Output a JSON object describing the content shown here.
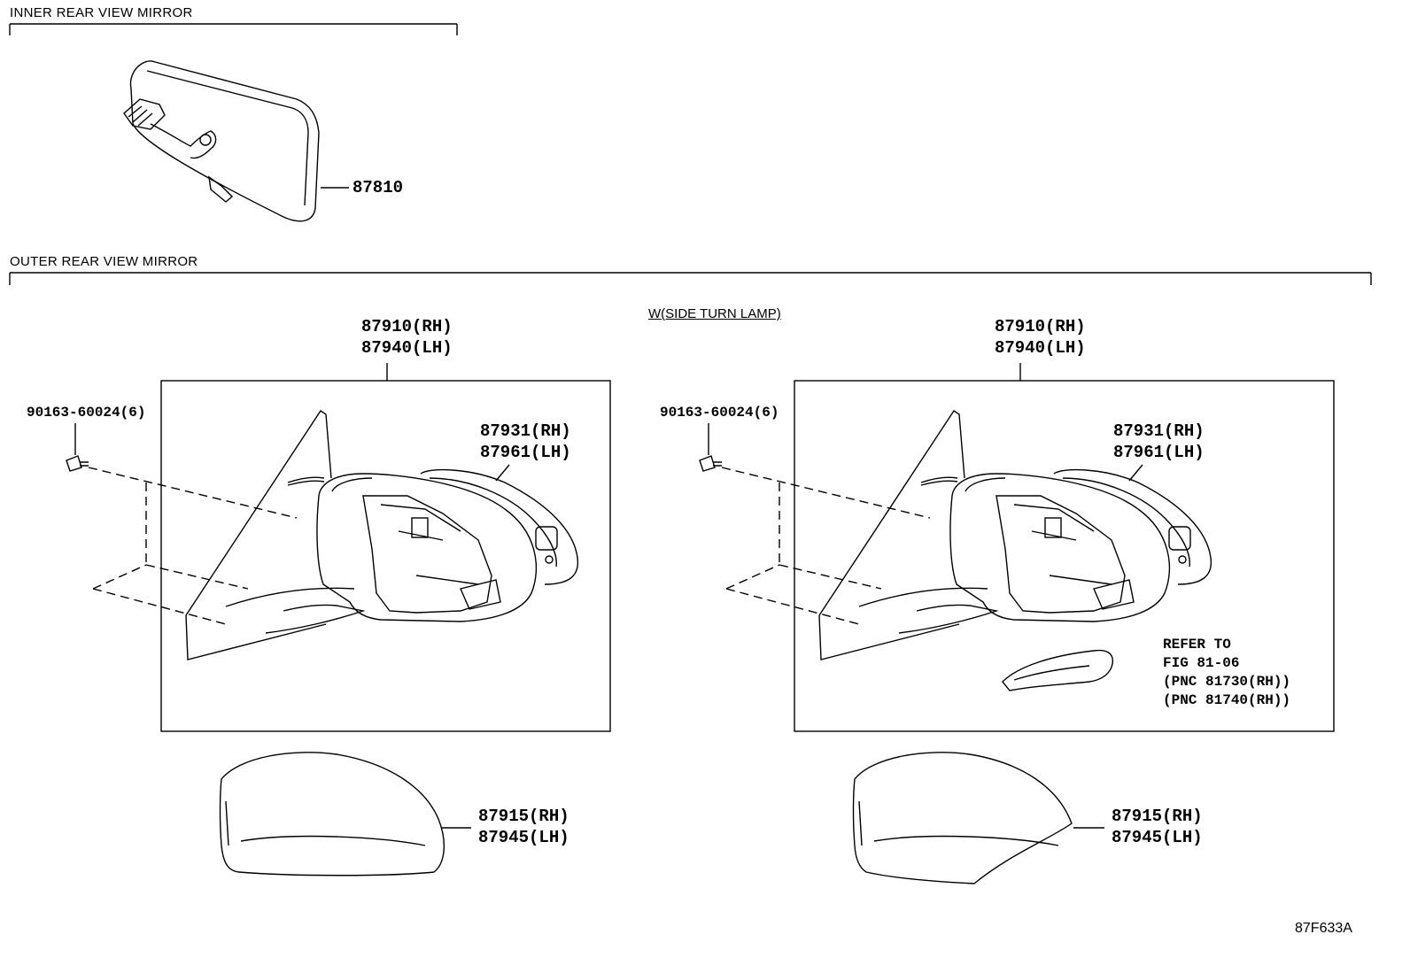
{
  "inner_section": {
    "title": "INNER REAR VIEW MIRROR",
    "part_number": "87810"
  },
  "outer_section": {
    "title": "OUTER REAR VIEW MIRROR",
    "condition_label": "W(SIDE TURN LAMP)",
    "left": {
      "assembly_rh": "87910(RH)",
      "assembly_lh": "87940(LH)",
      "screw": "90163-60024(6)",
      "mirror_rh": "87931(RH)",
      "mirror_lh": "87961(LH)",
      "cover_rh": "87915(RH)",
      "cover_lh": "87945(LH)"
    },
    "right": {
      "assembly_rh": "87910(RH)",
      "assembly_lh": "87940(LH)",
      "screw": "90163-60024(6)",
      "mirror_rh": "87931(RH)",
      "mirror_lh": "87961(LH)",
      "cover_rh": "87915(RH)",
      "cover_lh": "87945(LH)",
      "refer_line1": "REFER TO",
      "refer_line2": "FIG 81-06",
      "refer_line3": "(PNC 81730(RH))",
      "refer_line4": "(PNC 81740(RH))"
    }
  },
  "figure_id": "87F633A"
}
